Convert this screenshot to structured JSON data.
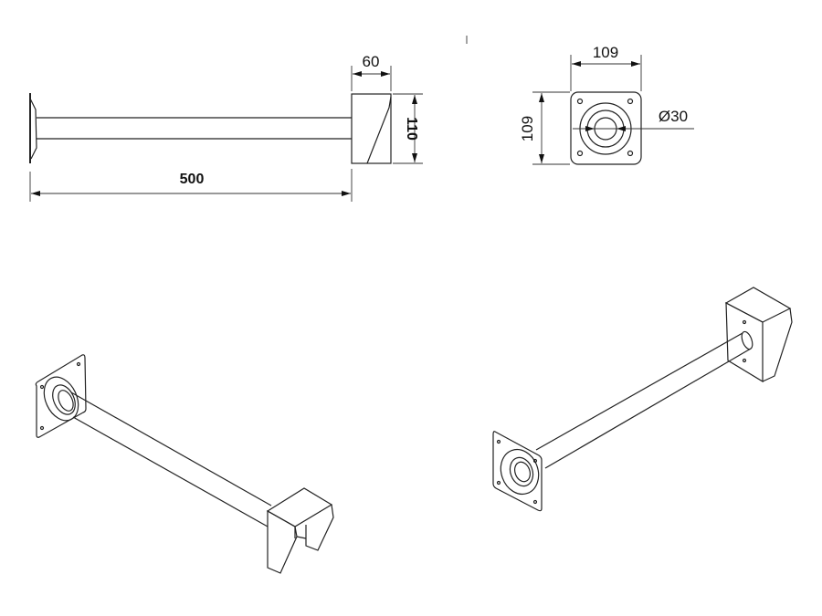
{
  "drawing": {
    "side_view": {
      "dim_length": "500",
      "dim_head_width": "60",
      "dim_head_height": "110"
    },
    "front_view": {
      "dim_width": "109",
      "dim_height": "109",
      "dim_diameter": "Ø30"
    },
    "line_color": "#222222"
  }
}
